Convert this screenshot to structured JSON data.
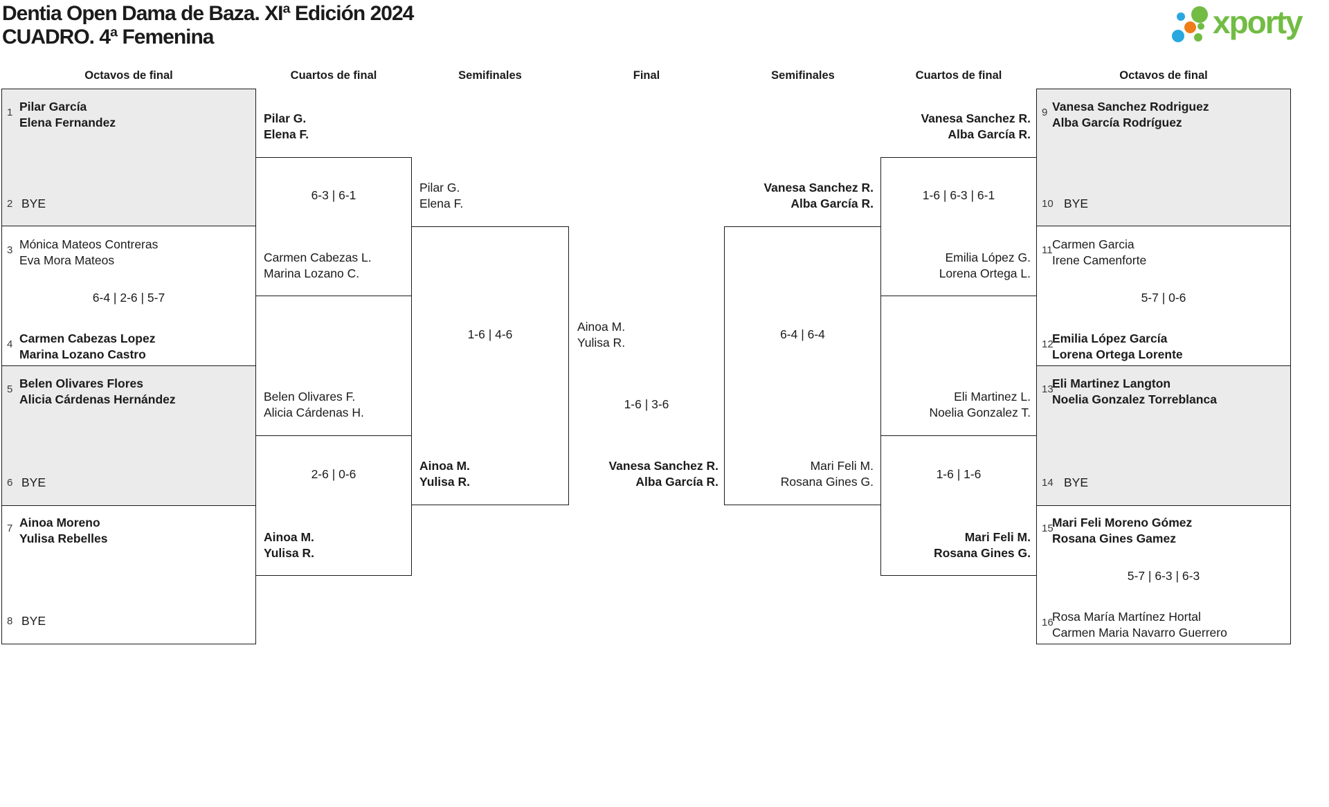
{
  "page_title": "Dentia Open Dama de Baza. XIª Edición 2024",
  "subtitle": "CUADRO. 4ª Femenina",
  "logo": {
    "wordmark": "xporty"
  },
  "colors": {
    "brand-green": "#72bc44",
    "brand-blue": "#29a8e0",
    "brand-orange": "#ef7d19",
    "box-grey": "#ebebeb",
    "line": "#1a1a1a",
    "ink": "#1b1b1b"
  },
  "headers": [
    "Octavos de final",
    "Cuartos de final",
    "Semifinales",
    "Final",
    "Semifinales",
    "Cuartos de final",
    "Octavos de final"
  ],
  "r16": {
    "m1": {
      "seed_a": "1",
      "a1": "Pilar García",
      "a2": "Elena Fernandez",
      "seed_b": "2",
      "bye": "BYE"
    },
    "m2": {
      "seed_a": "3",
      "a1": "Mónica Mateos Contreras",
      "a2": "Eva Mora Mateos",
      "score": "6-4 | 2-6 | 5-7",
      "seed_b": "4",
      "b1": "Carmen Cabezas Lopez",
      "b2": "Marina Lozano Castro"
    },
    "m3": {
      "seed_a": "5",
      "a1": "Belen Olivares Flores",
      "a2": "Alicia Cárdenas Hernández",
      "seed_b": "6",
      "bye": "BYE"
    },
    "m4": {
      "seed_a": "7",
      "a1": "Ainoa Moreno",
      "a2": "Yulisa Rebelles",
      "seed_b": "8",
      "bye": "BYE"
    },
    "m5": {
      "seed_a": "9",
      "a1": "Vanesa Sanchez Rodriguez",
      "a2": "Alba García Rodríguez",
      "seed_b": "10",
      "bye": "BYE"
    },
    "m6": {
      "seed_a": "11",
      "a1": "Carmen Garcia",
      "a2": "Irene Camenforte",
      "score": "5-7 | 0-6",
      "seed_b": "12",
      "b1": "Emilia López García",
      "b2": "Lorena Ortega Lorente"
    },
    "m7": {
      "seed_a": "13",
      "a1": "Eli Martinez Langton",
      "a2": "Noelia Gonzalez Torreblanca",
      "seed_b": "14",
      "bye": "BYE"
    },
    "m8": {
      "seed_a": "15",
      "a1": "Mari Feli Moreno Gómez",
      "a2": "Rosana Gines Gamez",
      "score": "5-7 | 6-3 | 6-3",
      "seed_b": "16",
      "b1": "Rosa María Martínez Hortal",
      "b2": "Carmen Maria Navarro Guerrero"
    }
  },
  "qf": {
    "m1": {
      "a1": "Pilar G.",
      "a2": "Elena F.",
      "score": "6-3 | 6-1",
      "b1": "Carmen Cabezas L.",
      "b2": "Marina Lozano C."
    },
    "m2": {
      "a1": "Belen Olivares F.",
      "a2": "Alicia Cárdenas H.",
      "score": "2-6 | 0-6",
      "b1": "Ainoa M.",
      "b2": "Yulisa R."
    },
    "m3": {
      "a1": "Vanesa Sanchez R.",
      "a2": "Alba García R.",
      "score": "1-6 | 6-3 | 6-1",
      "b1": "Emilia López G.",
      "b2": "Lorena Ortega L."
    },
    "m4": {
      "a1": "Eli Martinez L.",
      "a2": "Noelia Gonzalez T.",
      "score": "1-6 | 1-6",
      "b1": "Mari Feli M.",
      "b2": "Rosana Gines G."
    }
  },
  "sf": {
    "m1": {
      "a1": "Pilar G.",
      "a2": "Elena F.",
      "score": "1-6 | 4-6",
      "b1": "Ainoa M.",
      "b2": "Yulisa R."
    },
    "m2": {
      "a1": "Vanesa Sanchez R.",
      "a2": "Alba García R.",
      "score": "6-4 | 6-4",
      "b1": "Mari Feli M.",
      "b2": "Rosana Gines G."
    }
  },
  "final": {
    "a1": "Ainoa M.",
    "a2": "Yulisa R.",
    "score": "1-6 | 3-6",
    "b1": "Vanesa Sanchez R.",
    "b2": "Alba García R."
  }
}
